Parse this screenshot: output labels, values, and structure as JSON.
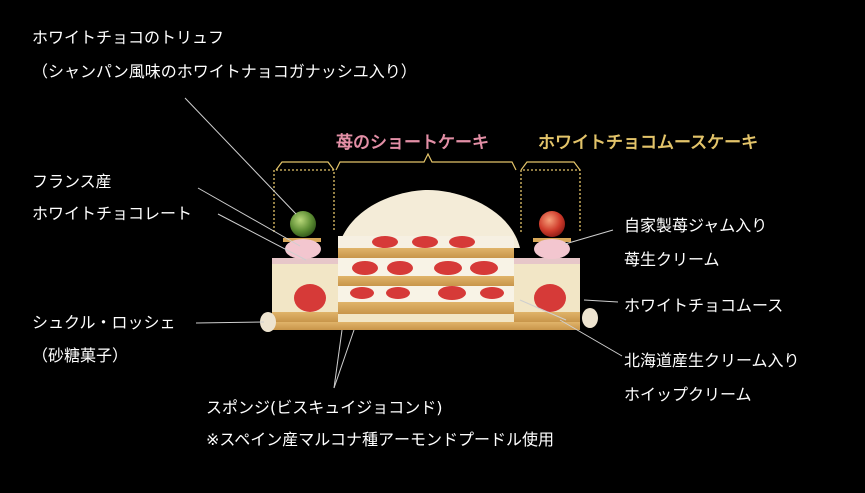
{
  "headers": {
    "strawberry_cake": "苺のショートケーキ",
    "white_mousse_cake": "ホワイトチョコムースケーキ"
  },
  "colors": {
    "background": "#000000",
    "pink_header": "#e38fa6",
    "gold_header": "#e3c46a"
  },
  "labels": {
    "truffle_line1": "ホワイトチョコのトリュフ",
    "truffle_line2": "（シャンパン風味のホワイトナョコガナッシユ入り）",
    "france_line1": "フランス産",
    "france_line2": "ホワイトチョコレート",
    "rocher_line1": "シュクル・ロッシェ",
    "rocher_line2": "（砂糖菓子）",
    "sponge_line1": "スポンジ(ビスキュイジョコンド)",
    "sponge_line2": "※スペイン産マルコナ種アーモンドプードル使用",
    "jam_line1": "自家製苺ジャム入り",
    "jam_line2": "苺生クリーム",
    "mousse": "ホワイトチョコムース",
    "whip_line1": "北海道産生クリーム入り",
    "whip_line2": "ホイップクリーム"
  }
}
